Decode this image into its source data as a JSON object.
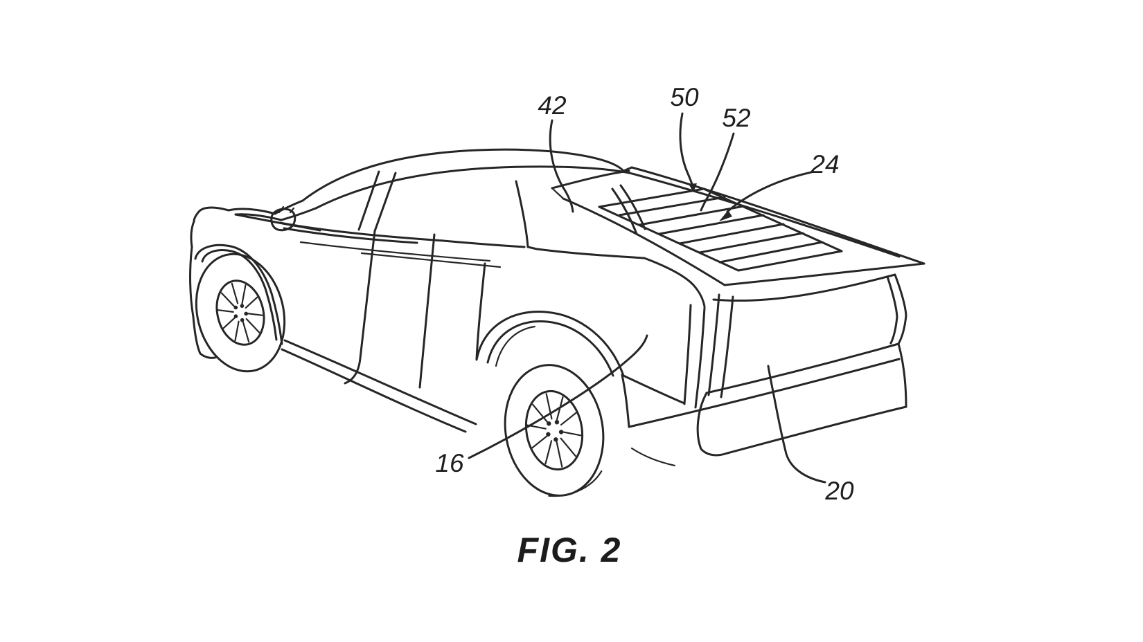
{
  "figure": {
    "caption": "FIG. 2",
    "labels": [
      {
        "ref": "42",
        "target": "roof sail / tonneau front edge"
      },
      {
        "ref": "50",
        "target": "bed cover front rail"
      },
      {
        "ref": "52",
        "target": "bed cover slats"
      },
      {
        "ref": "24",
        "target": "tonneau cover panel"
      },
      {
        "ref": "16",
        "target": "rear wheel / quarter panel"
      },
      {
        "ref": "20",
        "target": "tailgate"
      }
    ]
  },
  "colors": {
    "line": "#262626",
    "background": "#ffffff",
    "text": "#1e1e1e"
  }
}
